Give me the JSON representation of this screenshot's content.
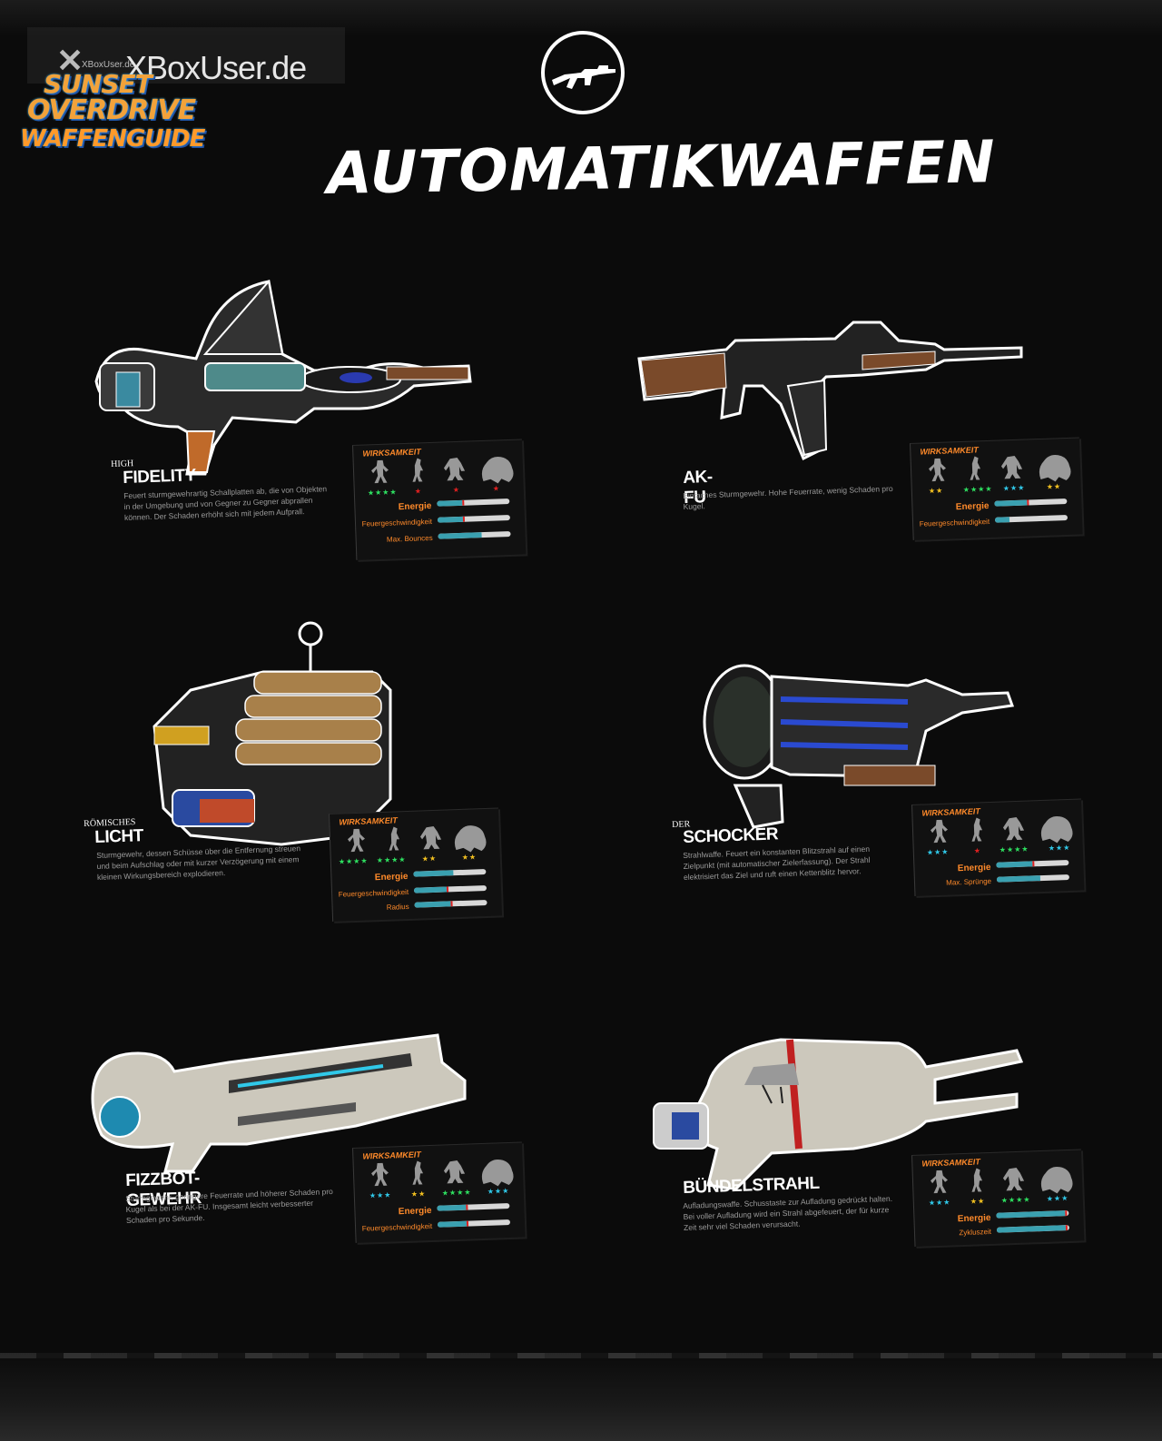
{
  "watermark": {
    "text": "XBoxUser.de",
    "small_text": "XBoxUser.de"
  },
  "logo": {
    "line1": "SUNSET",
    "line2": "OVERDRIVE",
    "line3": "WAFFENGUIDE"
  },
  "page": {
    "title": "AUTOMATIKWAFFEN"
  },
  "panel_title": "WIRKSAMKEIT",
  "colors": {
    "accent_orange": "#ff8a2a",
    "star_green": "#2ee060",
    "star_red": "#e02020",
    "star_yellow": "#f2c020",
    "star_cyan": "#30c8e8",
    "bar_fill": "#3aa0b0"
  },
  "weapons": [
    {
      "prefix": "HIGH",
      "name": "FIDELITY",
      "description": "Feuert sturmgewehrartig Schallplatten ab, die von Objekten in der Umgebung und von Gegner zu Gegner abprallen können. Der Schaden erhöht sich mit jedem Aufprall.",
      "ratings": [
        {
          "stars": "★★★★",
          "color": "#2ee060"
        },
        {
          "stars": "★",
          "color": "#e02020"
        },
        {
          "stars": "★",
          "color": "#e02020"
        },
        {
          "stars": "★",
          "color": "#e02020"
        }
      ],
      "stats": [
        {
          "label": "Energie",
          "value": 0.35
        },
        {
          "label": "Feuergeschwindigkeit",
          "value": 0.35
        },
        {
          "label": "Max. Bounces",
          "value": 0.6
        }
      ]
    },
    {
      "prefix": "",
      "name": "AK-FU",
      "description": "Einfaches Sturmgewehr. Hohe Feuerrate, wenig Schaden pro Kugel.",
      "ratings": [
        {
          "stars": "★★",
          "color": "#f2c020"
        },
        {
          "stars": "★★★★",
          "color": "#2ee060"
        },
        {
          "stars": "★★★",
          "color": "#30c8e8"
        },
        {
          "stars": "★★",
          "color": "#f2c020"
        }
      ],
      "stats": [
        {
          "label": "Energie",
          "value": 0.45
        },
        {
          "label": "Feuergeschwindigkeit",
          "value": 0.2
        }
      ]
    },
    {
      "prefix": "RÖMISCHES",
      "name": "LICHT",
      "description": "Sturmgewehr, dessen Schüsse über die Entfernung streuen und beim Aufschlag oder mit kurzer Verzögerung mit einem kleinen Wirkungsbereich explodieren.",
      "ratings": [
        {
          "stars": "★★★★",
          "color": "#2ee060"
        },
        {
          "stars": "★★★★",
          "color": "#2ee060"
        },
        {
          "stars": "★★",
          "color": "#f2c020"
        },
        {
          "stars": "★★",
          "color": "#f2c020"
        }
      ],
      "stats": [
        {
          "label": "Energie",
          "value": 0.55
        },
        {
          "label": "Feuergeschwindigkeit",
          "value": 0.45
        },
        {
          "label": "Radius",
          "value": 0.5
        }
      ]
    },
    {
      "prefix": "DER",
      "name": "SCHOCKER",
      "description": "Strahlwaffe. Feuert ein konstanten Blitzstrahl auf einen Zielpunkt (mit automatischer Zielerfassung). Der Strahl elektrisiert das Ziel und ruft einen Kettenblitz hervor.",
      "ratings": [
        {
          "stars": "★★★",
          "color": "#30c8e8"
        },
        {
          "stars": "★",
          "color": "#e02020"
        },
        {
          "stars": "★★★★",
          "color": "#2ee060"
        },
        {
          "stars": "★★★",
          "color": "#30c8e8"
        }
      ],
      "stats": [
        {
          "label": "Energie",
          "value": 0.5
        },
        {
          "label": "Max. Sprünge",
          "value": 0.6
        }
      ]
    },
    {
      "prefix": "",
      "name": "FIZZBOT-GEWEHR",
      "description": "Sturmgewehr, geringere Feuerrate und höherer Schaden pro Kugel als bei der AK-FU. Insgesamt leicht verbesserter Schaden pro Sekunde.",
      "ratings": [
        {
          "stars": "★★★",
          "color": "#30c8e8"
        },
        {
          "stars": "★★",
          "color": "#f2c020"
        },
        {
          "stars": "★★★★",
          "color": "#2ee060"
        },
        {
          "stars": "★★★",
          "color": "#30c8e8"
        }
      ],
      "stats": [
        {
          "label": "Energie",
          "value": 0.4
        },
        {
          "label": "Feuergeschwindigkeit",
          "value": 0.4
        }
      ]
    },
    {
      "prefix": "",
      "name": "BÜNDELSTRAHL",
      "description": "Aufladungswaffe. Schusstaste zur Aufladung gedrückt halten. Bei voller Aufladung wird ein Strahl abgefeuert, der für kurze Zeit sehr viel Schaden verursacht.",
      "ratings": [
        {
          "stars": "★★★",
          "color": "#30c8e8"
        },
        {
          "stars": "★★",
          "color": "#f2c020"
        },
        {
          "stars": "★★★★",
          "color": "#2ee060"
        },
        {
          "stars": "★★★",
          "color": "#30c8e8"
        }
      ],
      "stats": [
        {
          "label": "Energie",
          "value": 0.95
        },
        {
          "label": "Zykluszeit",
          "value": 0.95
        }
      ]
    }
  ]
}
